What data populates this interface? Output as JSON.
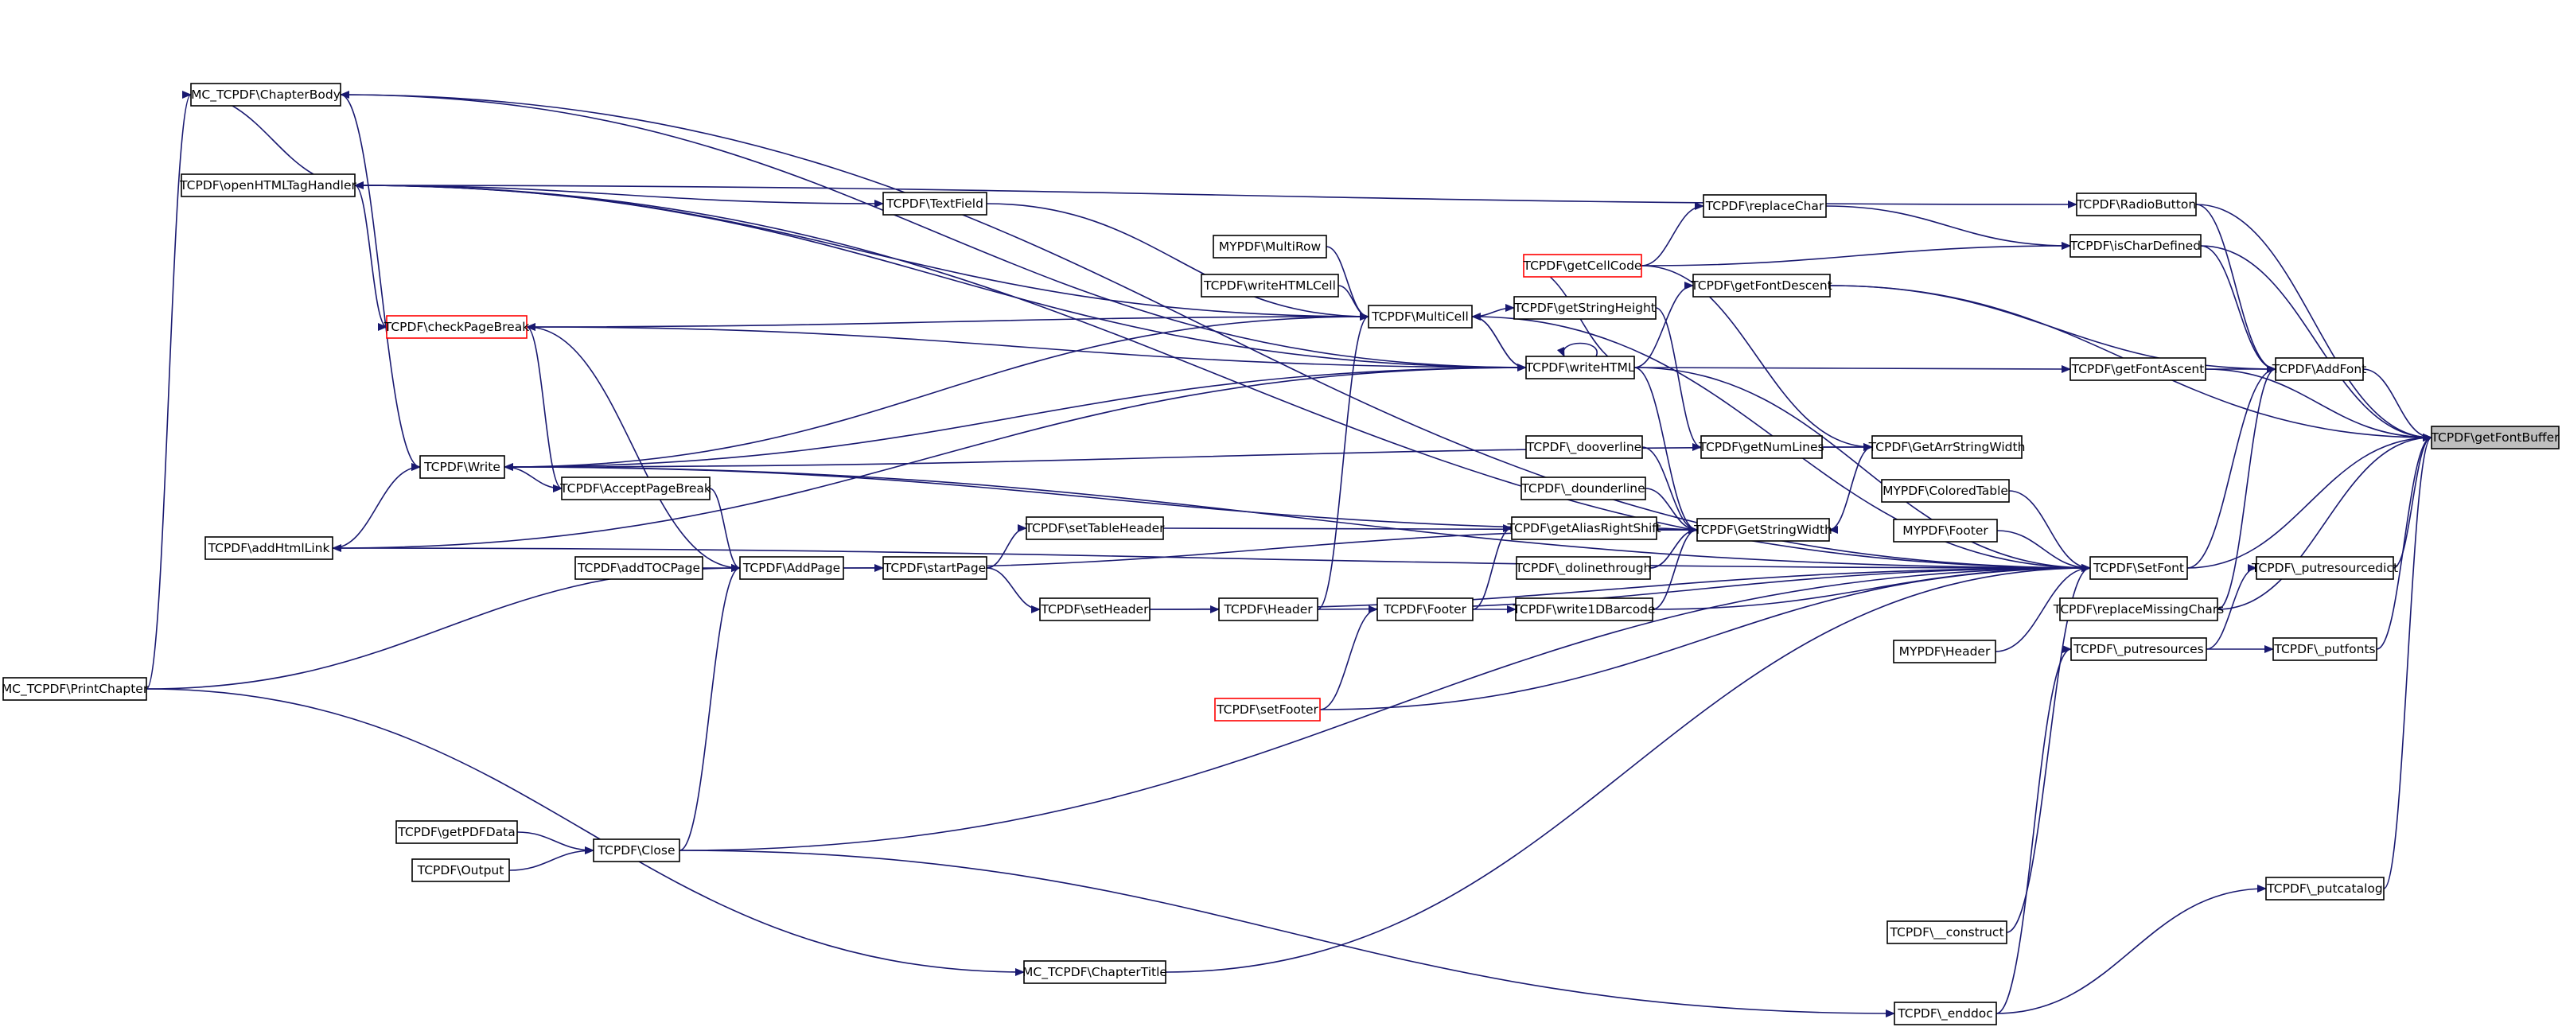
{
  "title": "",
  "colors": {
    "edge": "#191970",
    "node_border": "#000000",
    "truncated_border": "#ff0000",
    "target_fill": "#bfbfbf",
    "background": "#ffffff"
  },
  "nodes": [
    {
      "id": "getFontBuffer",
      "label": "TCPDF\\getFontBuffer",
      "kind": "target"
    },
    {
      "id": "AddFont",
      "label": "TCPDF\\AddFont"
    },
    {
      "id": "RadioButton",
      "label": "TCPDF\\RadioButton"
    },
    {
      "id": "isCharDefined",
      "label": "TCPDF\\isCharDefined"
    },
    {
      "id": "getFontAscent",
      "label": "TCPDF\\getFontAscent"
    },
    {
      "id": "SetFont",
      "label": "TCPDF\\SetFont"
    },
    {
      "id": "putresourcedict",
      "label": "TCPDF\\_putresourcedict"
    },
    {
      "id": "replaceMissingChars",
      "label": "TCPDF\\replaceMissingChars"
    },
    {
      "id": "putresources",
      "label": "TCPDF\\_putresources"
    },
    {
      "id": "putfonts",
      "label": "TCPDF\\_putfonts"
    },
    {
      "id": "putcatalog",
      "label": "TCPDF\\_putcatalog"
    },
    {
      "id": "construct",
      "label": "TCPDF\\__construct"
    },
    {
      "id": "enddoc",
      "label": "TCPDF\\_enddoc"
    },
    {
      "id": "MYColoredTable",
      "label": "MYPDF\\ColoredTable"
    },
    {
      "id": "MYFooter",
      "label": "MYPDF\\Footer"
    },
    {
      "id": "MYHeader",
      "label": "MYPDF\\Header"
    },
    {
      "id": "replaceChar",
      "label": "TCPDF\\replaceChar"
    },
    {
      "id": "getCellCode",
      "label": "TCPDF\\getCellCode",
      "kind": "truncated"
    },
    {
      "id": "getFontDescent",
      "label": "TCPDF\\getFontDescent"
    },
    {
      "id": "getStringHeight",
      "label": "TCPDF\\getStringHeight"
    },
    {
      "id": "getNumLines",
      "label": "TCPDF\\getNumLines"
    },
    {
      "id": "GetArrStringWidth",
      "label": "TCPDF\\GetArrStringWidth"
    },
    {
      "id": "GetStringWidth",
      "label": "TCPDF\\GetStringWidth"
    },
    {
      "id": "dooverline",
      "label": "TCPDF\\_dooverline"
    },
    {
      "id": "dounderline",
      "label": "TCPDF\\_dounderline"
    },
    {
      "id": "getAliasRightShift",
      "label": "TCPDF\\getAliasRightShift"
    },
    {
      "id": "dolinethrough",
      "label": "TCPDF\\_dolinethrough"
    },
    {
      "id": "write1DBarcode",
      "label": "TCPDF\\write1DBarcode"
    },
    {
      "id": "Footer",
      "label": "TCPDF\\Footer"
    },
    {
      "id": "setFooter",
      "label": "TCPDF\\setFooter",
      "kind": "truncated"
    },
    {
      "id": "MultiRow",
      "label": "MYPDF\\MultiRow"
    },
    {
      "id": "writeHTMLCell",
      "label": "TCPDF\\writeHTMLCell"
    },
    {
      "id": "MultiCell",
      "label": "TCPDF\\MultiCell"
    },
    {
      "id": "writeHTML",
      "label": "TCPDF\\writeHTML"
    },
    {
      "id": "TextField",
      "label": "TCPDF\\TextField"
    },
    {
      "id": "Header",
      "label": "TCPDF\\Header"
    },
    {
      "id": "setTableHeader",
      "label": "TCPDF\\setTableHeader"
    },
    {
      "id": "startPage",
      "label": "TCPDF\\startPage"
    },
    {
      "id": "setHeader",
      "label": "TCPDF\\setHeader"
    },
    {
      "id": "AddPage",
      "label": "TCPDF\\AddPage"
    },
    {
      "id": "addTOCPage",
      "label": "TCPDF\\addTOCPage"
    },
    {
      "id": "AcceptPageBreak",
      "label": "TCPDF\\AcceptPageBreak"
    },
    {
      "id": "checkPageBreak",
      "label": "TCPDF\\checkPageBreak",
      "kind": "truncated"
    },
    {
      "id": "Write",
      "label": "TCPDF\\Write"
    },
    {
      "id": "addHtmlLink",
      "label": "TCPDF\\addHtmlLink"
    },
    {
      "id": "openHTMLTagHandler",
      "label": "TCPDF\\openHTMLTagHandler"
    },
    {
      "id": "ChapterBody",
      "label": "MC_TCPDF\\ChapterBody"
    },
    {
      "id": "PrintChapter",
      "label": "MC_TCPDF\\PrintChapter"
    },
    {
      "id": "getPDFData",
      "label": "TCPDF\\getPDFData"
    },
    {
      "id": "Output",
      "label": "TCPDF\\Output"
    },
    {
      "id": "Close",
      "label": "TCPDF\\Close"
    },
    {
      "id": "ChapterTitle",
      "label": "MC_TCPDF\\ChapterTitle"
    }
  ],
  "edges": [
    [
      "AddFont",
      "getFontBuffer"
    ],
    [
      "RadioButton",
      "getFontBuffer"
    ],
    [
      "isCharDefined",
      "getFontBuffer"
    ],
    [
      "getFontDescent",
      "getFontBuffer"
    ],
    [
      "getFontAscent",
      "getFontBuffer"
    ],
    [
      "SetFont",
      "getFontBuffer"
    ],
    [
      "replaceMissingChars",
      "getFontBuffer"
    ],
    [
      "putresourcedict",
      "getFontBuffer"
    ],
    [
      "putfonts",
      "getFontBuffer"
    ],
    [
      "putcatalog",
      "getFontBuffer"
    ],
    [
      "RadioButton",
      "AddFont"
    ],
    [
      "isCharDefined",
      "AddFont"
    ],
    [
      "getFontDescent",
      "AddFont"
    ],
    [
      "getFontAscent",
      "AddFont"
    ],
    [
      "SetFont",
      "AddFont"
    ],
    [
      "replaceMissingChars",
      "AddFont"
    ],
    [
      "replaceChar",
      "isCharDefined"
    ],
    [
      "getCellCode",
      "isCharDefined"
    ],
    [
      "writeHTML",
      "getFontAscent"
    ],
    [
      "putresources",
      "putresourcedict"
    ],
    [
      "putresources",
      "putfonts"
    ],
    [
      "enddoc",
      "putresources"
    ],
    [
      "enddoc",
      "putcatalog"
    ],
    [
      "MYColoredTable",
      "SetFont"
    ],
    [
      "MYFooter",
      "SetFont"
    ],
    [
      "MYHeader",
      "SetFont"
    ],
    [
      "construct",
      "SetFont"
    ],
    [
      "write1DBarcode",
      "SetFont"
    ],
    [
      "writeHTML",
      "SetFont"
    ],
    [
      "ChapterBody",
      "SetFont"
    ],
    [
      "ChapterTitle",
      "SetFont"
    ],
    [
      "Header",
      "SetFont"
    ],
    [
      "Close",
      "SetFont"
    ],
    [
      "setHeader",
      "SetFont"
    ],
    [
      "Write",
      "SetFont"
    ],
    [
      "setFooter",
      "SetFont"
    ],
    [
      "addHtmlLink",
      "SetFont"
    ],
    [
      "MultiCell",
      "SetFont"
    ],
    [
      "openHTMLTagHandler",
      "SetFont"
    ],
    [
      "getCellCode",
      "replaceChar"
    ],
    [
      "getCellCode",
      "GetArrStringWidth"
    ],
    [
      "writeHTML",
      "getFontDescent"
    ],
    [
      "writeHTML",
      "getCellCode"
    ],
    [
      "writeHTML",
      "writeHTML"
    ],
    [
      "writeHTML",
      "GetStringWidth"
    ],
    [
      "writeHTML",
      "MultiCell"
    ],
    [
      "writeHTML",
      "checkPageBreak"
    ],
    [
      "writeHTML",
      "Write"
    ],
    [
      "writeHTML",
      "addHtmlLink"
    ],
    [
      "writeHTML",
      "openHTMLTagHandler"
    ],
    [
      "writeHTML",
      "ChapterBody"
    ],
    [
      "MultiCell",
      "writeHTML"
    ],
    [
      "MultiCell",
      "getStringHeight"
    ],
    [
      "MultiCell",
      "checkPageBreak"
    ],
    [
      "MultiCell",
      "Write"
    ],
    [
      "MultiCell",
      "openHTMLTagHandler"
    ],
    [
      "getStringHeight",
      "getNumLines"
    ],
    [
      "getNumLines",
      "GetArrStringWidth"
    ],
    [
      "GetArrStringWidth",
      "GetStringWidth"
    ],
    [
      "dooverline",
      "GetStringWidth"
    ],
    [
      "dounderline",
      "GetStringWidth"
    ],
    [
      "dolinethrough",
      "GetStringWidth"
    ],
    [
      "write1DBarcode",
      "GetStringWidth"
    ],
    [
      "getAliasRightShift",
      "GetStringWidth"
    ],
    [
      "Write",
      "GetArrStringWidth"
    ],
    [
      "setTableHeader",
      "GetStringWidth"
    ],
    [
      "Write",
      "GetStringWidth"
    ],
    [
      "AddPage",
      "GetStringWidth"
    ],
    [
      "Footer",
      "getAliasRightShift"
    ],
    [
      "Footer",
      "write1DBarcode"
    ],
    [
      "setFooter",
      "Footer"
    ],
    [
      "MultiRow",
      "MultiCell"
    ],
    [
      "writeHTMLCell",
      "MultiCell"
    ],
    [
      "TextField",
      "MultiCell"
    ],
    [
      "Header",
      "MultiCell"
    ],
    [
      "openHTMLTagHandler",
      "TextField"
    ],
    [
      "setHeader",
      "Header"
    ],
    [
      "startPage",
      "setTableHeader"
    ],
    [
      "startPage",
      "setHeader"
    ],
    [
      "AddPage",
      "startPage"
    ],
    [
      "addTOCPage",
      "AddPage"
    ],
    [
      "AcceptPageBreak",
      "AddPage"
    ],
    [
      "checkPageBreak",
      "AddPage"
    ],
    [
      "checkPageBreak",
      "AcceptPageBreak"
    ],
    [
      "Write",
      "AcceptPageBreak"
    ],
    [
      "PrintChapter",
      "AddPage"
    ],
    [
      "Close",
      "AddPage"
    ],
    [
      "getPDFData",
      "Close"
    ],
    [
      "Output",
      "Close"
    ],
    [
      "Close",
      "enddoc"
    ],
    [
      "openHTMLTagHandler",
      "checkPageBreak"
    ],
    [
      "ChapterBody",
      "Write"
    ],
    [
      "addHtmlLink",
      "Write"
    ],
    [
      "openHTMLTagHandler",
      "ChapterBody"
    ],
    [
      "PrintChapter",
      "ChapterBody"
    ],
    [
      "PrintChapter",
      "ChapterTitle"
    ],
    [
      "openHTMLTagHandler",
      "RadioButton"
    ]
  ]
}
